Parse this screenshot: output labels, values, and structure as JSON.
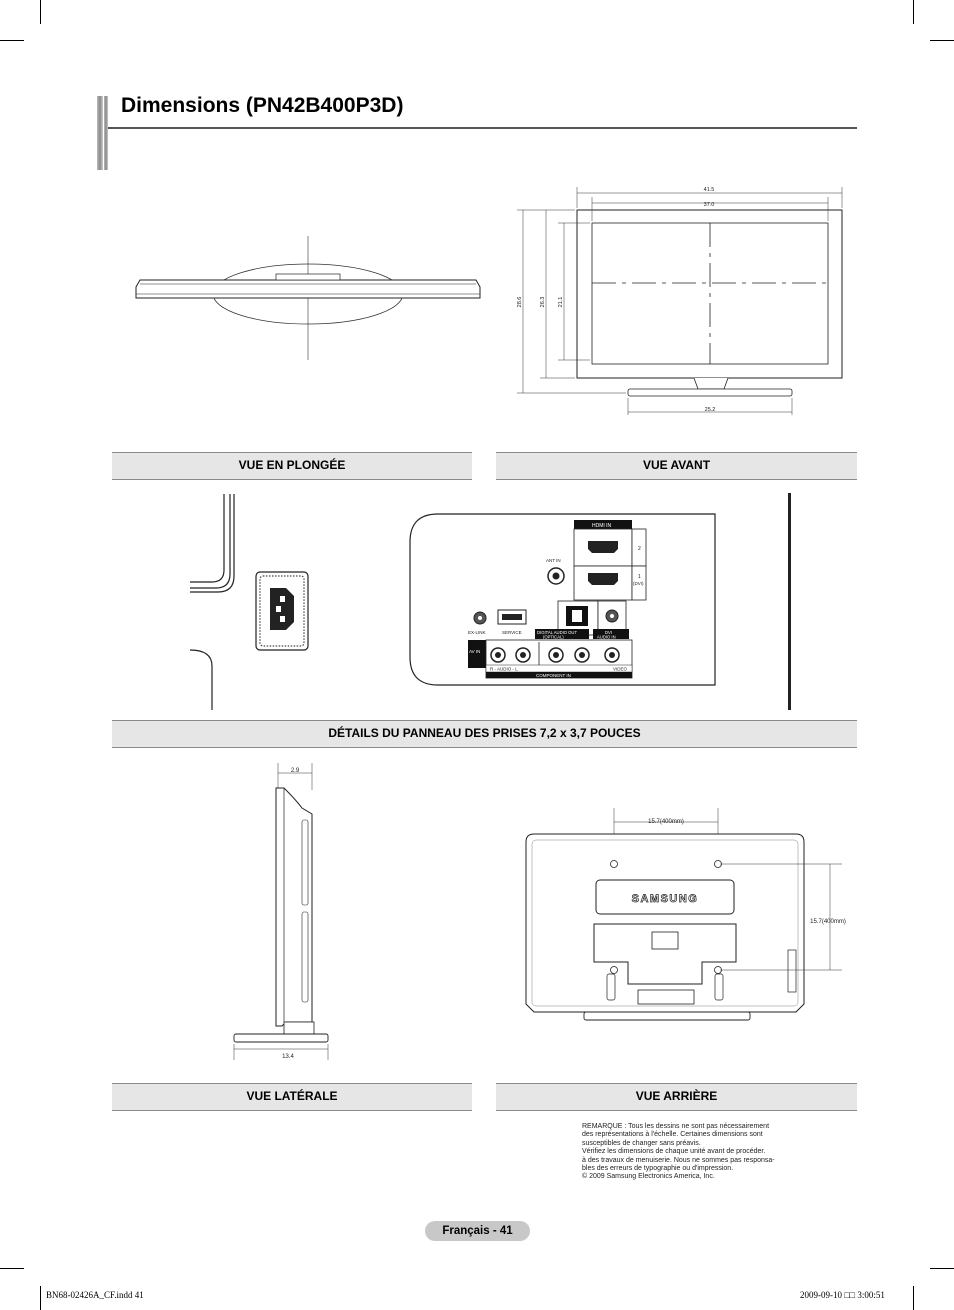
{
  "page": {
    "title": "Dimensions (PN42B400P3D)",
    "captions": {
      "top_view": "VUE EN PLONGÉE",
      "front_view": "VUE AVANT",
      "panel_details": "DÉTAILS DU PANNEAU DES PRISES 7,2 x 3,7 POUCES",
      "side_view": "VUE LATÉRALE",
      "rear_view": "VUE ARRIÈRE"
    },
    "page_label": "Français - 41"
  },
  "front_dims": {
    "overall_width": "41.5",
    "screen_width": "37.0",
    "overall_height": "28.6",
    "body_height": "26.3",
    "screen_height": "21.1",
    "stand_width": "25.2"
  },
  "side_dims": {
    "depth": "2.9",
    "stand_depth": "13.4"
  },
  "rear_dims": {
    "vesa_horizontal": "15.7(400mm)",
    "vesa_vertical": "15.7(400mm)",
    "brand": "SAMSUNG"
  },
  "ports": {
    "hdmi_in": "HDMI IN",
    "hdmi_2": "2",
    "hdmi_1": "1",
    "hdmi_1_sub": "(DVI)",
    "ant_in": "ANT IN",
    "ex_link": "EX-LINK",
    "service": "SERVICE",
    "digital_audio_out": "DIGITAL AUDIO OUT",
    "optical": "(OPTICAL)",
    "dvi_audio_in": "DVI",
    "dvi_audio_in_sub": "AUDIO IN",
    "av_in": "AV IN",
    "audio": "R - AUDIO - L",
    "video": "VIDEO",
    "component_in": "COMPONENT IN"
  },
  "note": [
    "REMARQUE :  Tous les dessins ne sont pas nécessairement",
    "des représentations à l'échelle. Certaines dimensions sont",
    "susceptibles de changer sans préavis.",
    "Vérifiez les dimensions de chaque unité avant de procéder.",
    "à des travaux de menuiserie.  Nous ne sommes pas responsa-",
    "bles des erreurs de typographie ou d'impression.",
    "© 2009 Samsung Electronics America, Inc."
  ],
  "footer": {
    "file": "BN68-02426A_CF.indd   41",
    "date": "2009-09-10   □□ 3:00:51"
  }
}
